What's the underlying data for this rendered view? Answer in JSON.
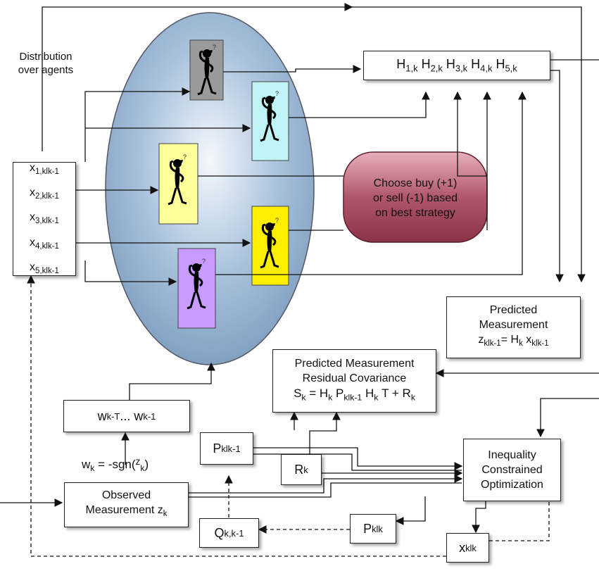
{
  "distribution_label": [
    "Distribution",
    "over agents"
  ],
  "state_vector": [
    "x",
    "x",
    "x",
    "x",
    "x"
  ],
  "state_subs": [
    "1,klk-1",
    "2,klk-1",
    "3,klk-1",
    "4,klk-1",
    "5,klk-1"
  ],
  "h_row": {
    "items": [
      "H",
      "H",
      "H",
      "H",
      "H"
    ],
    "subs": [
      "1,k",
      "2,k",
      "3,k",
      "4,k",
      "5,k"
    ]
  },
  "strategy_box": [
    "Choose buy (+1)",
    "or sell (-1) based",
    "on best strategy"
  ],
  "predicted_measurement": {
    "line1": "Predicted",
    "line2": "Measurement",
    "eq_z": "z",
    "eq_z_sub": "klk-1",
    "eq_mid": "= H",
    "eq_h_sub": "k",
    "eq_x": " x",
    "eq_x_sub": "klk-1"
  },
  "residual_covariance": {
    "line1": "Predicted Measurement",
    "line2": "Residual Covariance",
    "eq": {
      "s": "S",
      "s_sub": "k",
      "h1": " = H",
      "h1_sub": "k",
      "p": " P",
      "p_sub": "klk-1",
      "h2": " H",
      "h2_sub": "k",
      "rest": "T + R",
      "r_sub": "k"
    }
  },
  "window_box": {
    "w1": "w",
    "w1_sub": "k-T",
    "dots": " ... w",
    "w2_sub": "k-1"
  },
  "w_equation": {
    "w": "w",
    "w_sub": "k",
    "mid": " = -sgn(",
    "z": "z",
    "z_sub": "k",
    "end": ")"
  },
  "observed": {
    "line1": "Observed",
    "line2": "Measurement z",
    "sub": "k"
  },
  "p_prior": {
    "p": "P",
    "sub": "klk-1"
  },
  "r_box": {
    "r": "R",
    "sub": "k"
  },
  "q_box": {
    "q": "Q",
    "sub": "k,k-1"
  },
  "p_post": {
    "p": "P",
    "sub": "klk"
  },
  "x_post": {
    "x": "x",
    "sub": "klk"
  },
  "optimization": [
    "Inequality",
    "Constrained",
    "Optimization"
  ],
  "agent_colors": [
    "#9a9a9a",
    "#bff3f6",
    "#ffff99",
    "#ffee00",
    "#c79bff"
  ],
  "ellipse_gradient": [
    "#f4f8fc",
    "#a9c2dc",
    "#7f9fbf"
  ],
  "strategy_gradient": [
    "#e7b0ba",
    "#b0566a",
    "#8a3346"
  ]
}
